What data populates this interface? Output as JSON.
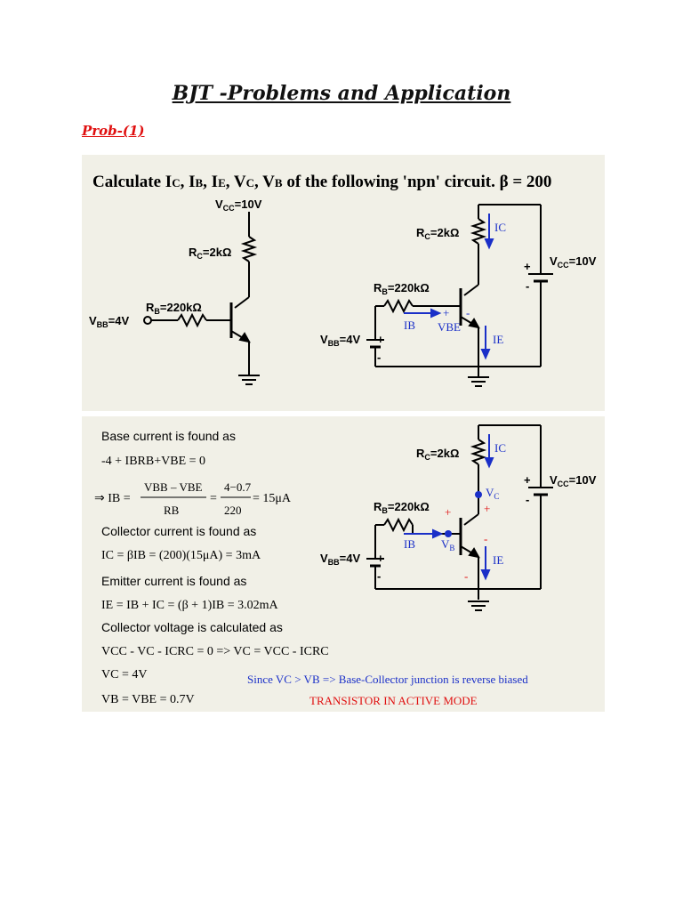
{
  "page_title": "BJT -Problems and Application",
  "problem_label": "Prob-(1)",
  "problem": {
    "statement_a": "Calculate I",
    "statement_b": "C",
    "statement_c": ", I",
    "statement_d": "B",
    "statement_e": ", I",
    "statement_f": "E",
    "statement_g": ", V",
    "statement_h": "C",
    "statement_i": ", V",
    "statement_j": "B",
    "statement_k": " of the following 'npn' circuit. β = 200"
  },
  "circuit1": {
    "vcc": "V",
    "vcc_sub": "CC",
    "vcc_val": "=10V",
    "rc": "R",
    "rc_sub": "C",
    "rc_val": "=2kΩ",
    "rb": "R",
    "rb_sub": "B",
    "rb_val": "=220kΩ",
    "vbb": "V",
    "vbb_sub": "BB",
    "vbb_val": "=4V"
  },
  "circuit2": {
    "rc": "R",
    "rc_sub": "C",
    "rc_val": "=2kΩ",
    "ic": "IC",
    "vcc": "V",
    "vcc_sub": "CC",
    "vcc_val": "=10V",
    "rb": "R",
    "rb_sub": "B",
    "rb_val": "=220kΩ",
    "ib": "IB",
    "vbe": "VBE",
    "ie": "IE",
    "vbb": "V",
    "vbb_sub": "BB",
    "vbb_val": "=4V",
    "plus": "+",
    "minus": "-"
  },
  "solution": {
    "h1": "Base current is found as",
    "eq1": "-4 + IBRB+VBE = 0",
    "eq2_lhs": "⇒ IB =",
    "eq2_num1": "VBB – VBE",
    "eq2_den1": "RB",
    "eq2_num2": "4−0.7",
    "eq2_den2": "220",
    "eq2_res": "= 15μA",
    "h2": "Collector current is found as",
    "eq3": "IC = βIB = (200)(15μA) = 3mA",
    "h3": "Emitter current is found as",
    "eq4": "IE = IB + IC = (β + 1)IB = 3.02mA",
    "h4": "Collector voltage is calculated as",
    "eq5": "VCC - VC - ICRC = 0 => VC = VCC - ICRC",
    "eq6": "VC = 4V",
    "eq7": "VB = VBE = 0.7V",
    "note": "Since VC > VB => Base-Collector junction is reverse biased",
    "mode": "TRANSISTOR IN ACTIVE MODE"
  },
  "circuit3": {
    "rc": "R",
    "rc_sub": "C",
    "rc_val": "=2kΩ",
    "ic": "IC",
    "vcc": "V",
    "vcc_sub": "CC",
    "vcc_val": "=10V",
    "vc": "V",
    "vc_sub": "C",
    "rb": "R",
    "rb_sub": "B",
    "rb_val": "=220kΩ",
    "ib": "IB",
    "vb": "V",
    "vb_sub": "B",
    "ie": "IE",
    "vbb": "V",
    "vbb_sub": "BB",
    "vbb_val": "=4V"
  },
  "colors": {
    "title_red": "#e01010",
    "panel_bg": "#f1f0e7",
    "blue": "#1a2fc8",
    "red": "#e01010"
  }
}
